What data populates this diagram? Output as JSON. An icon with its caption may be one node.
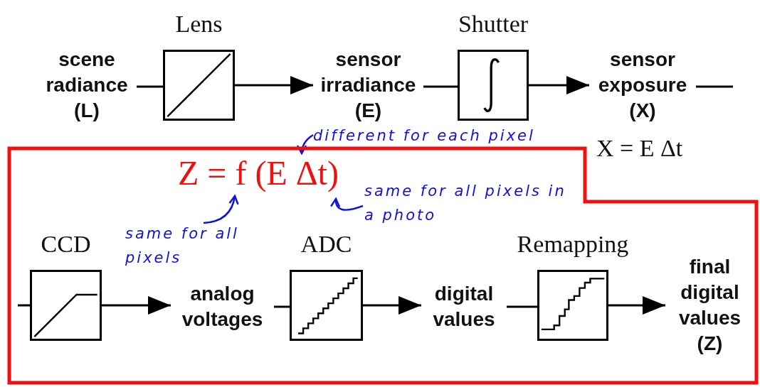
{
  "diagram": {
    "nodes": [
      {
        "text": [
          "scene radiance (L)"
        ]
      },
      {
        "text": [
          "Lens"
        ]
      },
      {
        "text": [
          "sensor irradiance (E)"
        ]
      },
      {
        "text": [
          "Shutter"
        ]
      },
      {
        "text": [
          "sensor exposure (X)"
        ],
        "beside": [
          "X = E Δt"
        ]
      },
      {
        "text": [
          "Z = f (E Δt)"
        ]
      },
      {
        "text": [
          "different for each pixel"
        ]
      },
      {
        "text": [
          "same for all pixels in a photo"
        ],
        "in": 5
      },
      {
        "text": [
          "same for all pixels"
        ],
        "in": 5
      },
      {
        "text": [
          "CCD"
        ],
        "in": 5
      },
      {
        "text": [
          "analog voltages"
        ],
        "in": 5
      },
      {
        "text": [
          "ADC"
        ],
        "in": 5
      },
      {
        "text": [
          "digital values"
        ],
        "in": 5
      },
      {
        "text": [
          "Remapping"
        ],
        "in": 5
      },
      {
        "text": [
          "final digital values (Z)"
        ],
        "in": 5
      }
    ],
    "edges": [
      {
        "from": 0,
        "to": 1,
        "arrow": "none"
      },
      {
        "from": 1,
        "to": 2,
        "arrow": "to"
      },
      {
        "from": 2,
        "to": 3,
        "arrow": "none"
      },
      {
        "from": 3,
        "to": 4,
        "arrow": "to"
      },
      {
        "from": 4,
        "to": null,
        "arrow": "none"
      },
      {
        "from": null,
        "to": 9,
        "arrow": "none"
      },
      {
        "from": 9,
        "to": 10,
        "arrow": "to"
      },
      {
        "from": 10,
        "to": 11,
        "arrow": "none"
      },
      {
        "from": 11,
        "to": 12,
        "arrow": "to"
      },
      {
        "from": 12,
        "to": 13,
        "arrow": "none"
      },
      {
        "from": 13,
        "to": 14,
        "arrow": "to"
      },
      {
        "from": 6,
        "to": null,
        "arrow": "to",
        "color": "#1010e0"
      },
      {
        "from": 7,
        "to": null,
        "arrow": "to",
        "color": "#1010e0"
      },
      {
        "from": 8,
        "to": null,
        "arrow": "to",
        "color": "#1010e0"
      }
    ]
  }
}
